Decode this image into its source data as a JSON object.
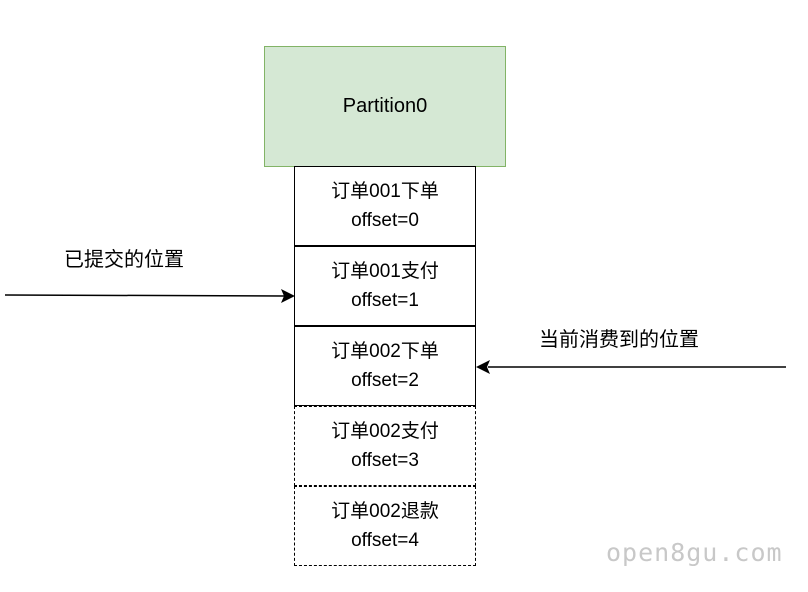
{
  "partition": {
    "label": "Partition0"
  },
  "records": [
    {
      "title": "订单001下单",
      "offset": "offset=0",
      "border": "solid"
    },
    {
      "title": "订单001支付",
      "offset": "offset=1",
      "border": "solid"
    },
    {
      "title": "订单002下单",
      "offset": "offset=2",
      "border": "solid"
    },
    {
      "title": "订单002支付",
      "offset": "offset=3",
      "border": "dashed"
    },
    {
      "title": "订单002退款",
      "offset": "offset=4",
      "border": "dashed"
    }
  ],
  "labels": {
    "committed": "已提交的位置",
    "current": "当前消费到的位置"
  },
  "watermark": "open8gu.com",
  "colors": {
    "partition_fill": "#d5e8d4",
    "partition_border": "#82b366",
    "stroke": "#000000"
  }
}
